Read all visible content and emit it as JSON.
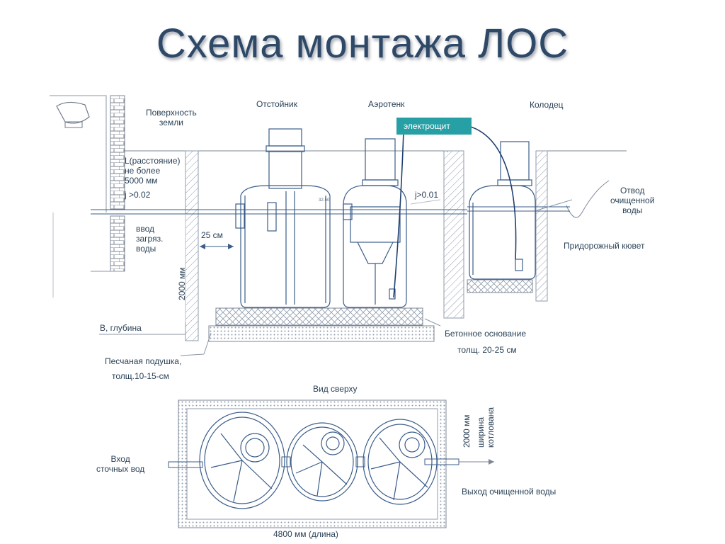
{
  "title": "Схема монтажа ЛОС",
  "labels": {
    "surface_line1": "Поверхность",
    "surface_line2": "земли",
    "settler": "Отстойник",
    "aerotank": "Аэротенк",
    "well": "Колодец",
    "panel": "электрощит",
    "distance_line1": "L(расстояние)",
    "distance_line2": "не более",
    "distance_line3": "5000 мм",
    "slope_left": "j >0.02",
    "slope_right": "j>0.01",
    "inlet_line1": "ввод",
    "inlet_line2": "загряз.",
    "inlet_line3": "воды",
    "gap": "25 см",
    "depth_value": "2000  мм",
    "depth_b": "В, глубина",
    "outlet_line1": "Отвод",
    "outlet_line2": "очищенной",
    "outlet_line3": "воды",
    "ditch": "Придорожный  кювет",
    "concrete_line1": "Бетонное основание",
    "concrete_line2": "толщ. 20-25 см",
    "sand_line1": "Песчаная подушка,",
    "sand_line2": "толщ.10-15-см",
    "top_view": "Вид  сверху",
    "inflow_line1": "Вход",
    "inflow_line2": "сточных вод",
    "outflow": "Выход  очищенной  воды",
    "pit_width_value": "2000  мм",
    "pit_width_line1": "ширина",
    "pit_width_line2": "котлована",
    "pit_length": "4800 мм (длина)",
    "pipe_tag": "32-50"
  },
  "colors": {
    "title": "#2e4968",
    "line": "#3b5d8a",
    "hatch": "#9aa6b4",
    "panel": "#27a0a5",
    "cable": "#1f3f70"
  }
}
